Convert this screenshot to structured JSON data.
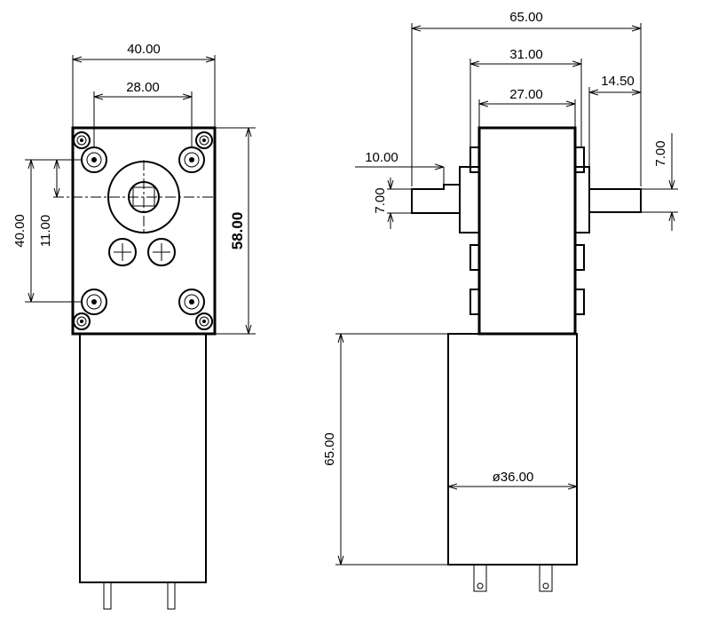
{
  "dimensions": {
    "front_width": "40.00",
    "hole_spacing_width": "28.00",
    "side_height": "58.00",
    "hole_spacing_height": "40.00",
    "shaft_offset": "11.00",
    "overall_width": "65.00",
    "gearbox_width": "31.00",
    "housing_width": "27.00",
    "shaft_length": "14.50",
    "shaft_diameter_right": "7.00",
    "shaft_flat": "10.00",
    "shaft_diameter_left": "7.00",
    "motor_length": "65.00",
    "motor_diameter": "ø36.00"
  }
}
